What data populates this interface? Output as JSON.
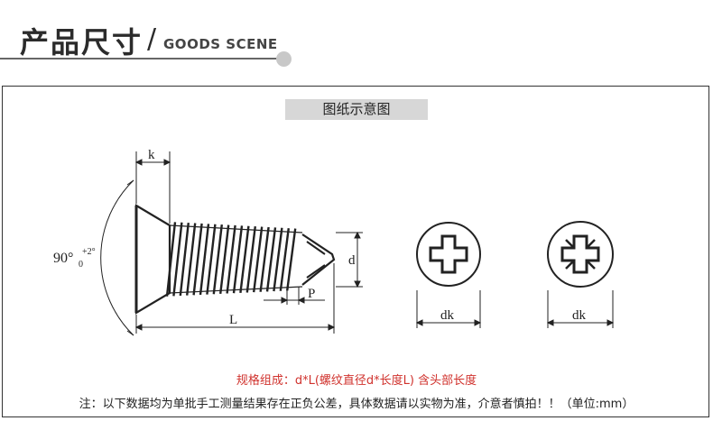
{
  "header": {
    "title_cn": "产品尺寸",
    "separator": "/",
    "title_en": "GOODS SCENE"
  },
  "diagram": {
    "label": "图纸示意图",
    "dims": {
      "k": "k",
      "angle": "90°",
      "tol_upper": "+2°",
      "tol_lower": "0",
      "d": "d",
      "P": "P",
      "L": "L",
      "dk_left": "dk",
      "dk_right": "dk"
    }
  },
  "spec_text": "规格组成：d*L(螺纹直径d*长度L) 含头部长度",
  "note_text": "注：以下数据均为单批手工测量结果存在正负公差，具体数据请以实物为准，介意者慎拍！！（单位:mm）",
  "colors": {
    "accent_red": "#d0322d",
    "label_bg": "#d7d7d7",
    "dot": "#c8c8c8"
  }
}
